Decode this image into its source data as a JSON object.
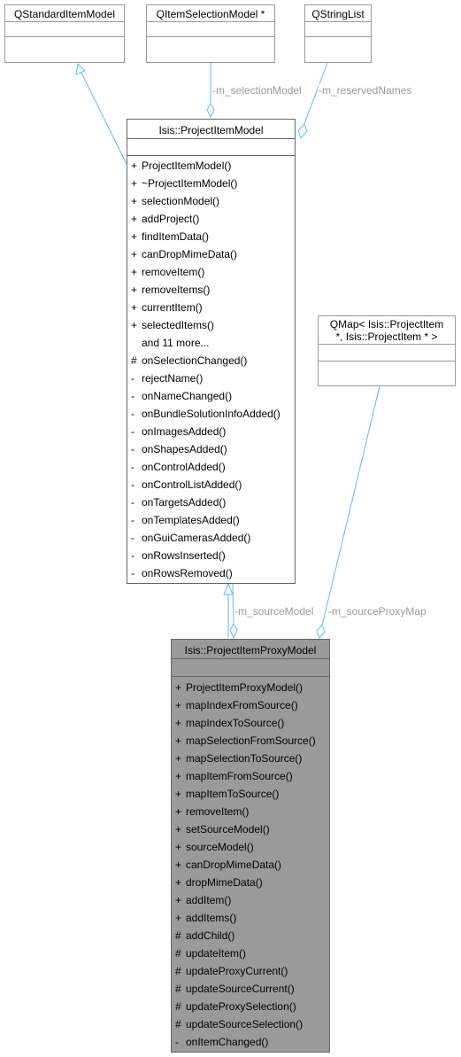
{
  "classes": {
    "standard_item_model": {
      "title": "QStandardItemModel"
    },
    "item_selection_model": {
      "title": "QItemSelectionModel *"
    },
    "string_list": {
      "title": "QStringList"
    },
    "project_item_model": {
      "title": "Isis::ProjectItemModel",
      "members": [
        {
          "vis": "+",
          "name": "ProjectItemModel()"
        },
        {
          "vis": "+",
          "name": "~ProjectItemModel()"
        },
        {
          "vis": "+",
          "name": "selectionModel()"
        },
        {
          "vis": "+",
          "name": "addProject()"
        },
        {
          "vis": "+",
          "name": "findItemData()"
        },
        {
          "vis": "+",
          "name": "canDropMimeData()"
        },
        {
          "vis": "+",
          "name": "removeItem()"
        },
        {
          "vis": "+",
          "name": "removeItems()"
        },
        {
          "vis": "+",
          "name": "currentItem()"
        },
        {
          "vis": "+",
          "name": "selectedItems()"
        },
        {
          "vis": "",
          "name": "and 11 more..."
        },
        {
          "vis": "#",
          "name": "onSelectionChanged()"
        },
        {
          "vis": "-",
          "name": "rejectName()"
        },
        {
          "vis": "-",
          "name": "onNameChanged()"
        },
        {
          "vis": "-",
          "name": "onBundleSolutionInfoAdded()"
        },
        {
          "vis": "-",
          "name": "onImagesAdded()"
        },
        {
          "vis": "-",
          "name": "onShapesAdded()"
        },
        {
          "vis": "-",
          "name": "onControlAdded()"
        },
        {
          "vis": "-",
          "name": "onControlListAdded()"
        },
        {
          "vis": "-",
          "name": "onTargetsAdded()"
        },
        {
          "vis": "-",
          "name": "onTemplatesAdded()"
        },
        {
          "vis": "-",
          "name": "onGuiCamerasAdded()"
        },
        {
          "vis": "-",
          "name": "onRowsInserted()"
        },
        {
          "vis": "-",
          "name": "onRowsRemoved()"
        }
      ]
    },
    "qmap": {
      "title_line1": "QMap< Isis::ProjectItem",
      "title_line2": "*, Isis::ProjectItem * >"
    },
    "project_item_proxy_model": {
      "title": "Isis::ProjectItemProxyModel",
      "members": [
        {
          "vis": "+",
          "name": "ProjectItemProxyModel()"
        },
        {
          "vis": "+",
          "name": "mapIndexFromSource()"
        },
        {
          "vis": "+",
          "name": "mapIndexToSource()"
        },
        {
          "vis": "+",
          "name": "mapSelectionFromSource()"
        },
        {
          "vis": "+",
          "name": "mapSelectionToSource()"
        },
        {
          "vis": "+",
          "name": "mapItemFromSource()"
        },
        {
          "vis": "+",
          "name": "mapItemToSource()"
        },
        {
          "vis": "+",
          "name": "removeItem()"
        },
        {
          "vis": "+",
          "name": "setSourceModel()"
        },
        {
          "vis": "+",
          "name": "sourceModel()"
        },
        {
          "vis": "+",
          "name": "canDropMimeData()"
        },
        {
          "vis": "+",
          "name": "dropMimeData()"
        },
        {
          "vis": "+",
          "name": "addItem()"
        },
        {
          "vis": "+",
          "name": "addItems()"
        },
        {
          "vis": "#",
          "name": "addChild()"
        },
        {
          "vis": "#",
          "name": "updateItem()"
        },
        {
          "vis": "#",
          "name": "updateProxyCurrent()"
        },
        {
          "vis": "#",
          "name": "updateSourceCurrent()"
        },
        {
          "vis": "#",
          "name": "updateProxySelection()"
        },
        {
          "vis": "#",
          "name": "updateSourceSelection()"
        },
        {
          "vis": "-",
          "name": "onItemChanged()"
        }
      ]
    }
  },
  "edge_labels": {
    "selection_model": "-m_selectionModel",
    "reserved_names": "-m_reservedNames",
    "source_model": "-m_sourceModel",
    "source_proxy_map": "-m_sourceProxyMap"
  },
  "colors": {
    "edge": "#63b8ff",
    "border": "#666666",
    "highlight": "#9a9a9a",
    "label": "#9a9a9a"
  }
}
